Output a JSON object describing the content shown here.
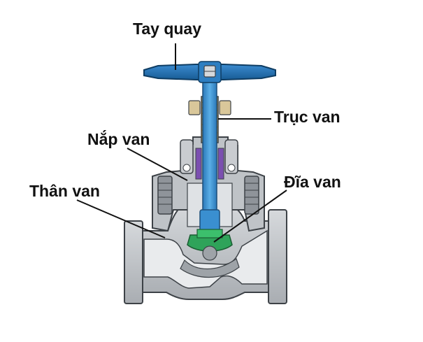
{
  "labels": {
    "handwheel": "Tay quay",
    "stem": "Trục van",
    "bonnet": "Nắp van",
    "body": "Thân van",
    "disc": "Đĩa van"
  },
  "colors": {
    "handwheel": "#1f6fae",
    "stem": "#3a8fd0",
    "bonnet_gray": "#b9bdc2",
    "body_gray": "#c4c7cb",
    "disc_green": "#2fa35a",
    "purple_packing": "#7b4fb0",
    "thread_gold": "#c9a24a",
    "outline": "#3d4247",
    "background": "#ffffff"
  }
}
